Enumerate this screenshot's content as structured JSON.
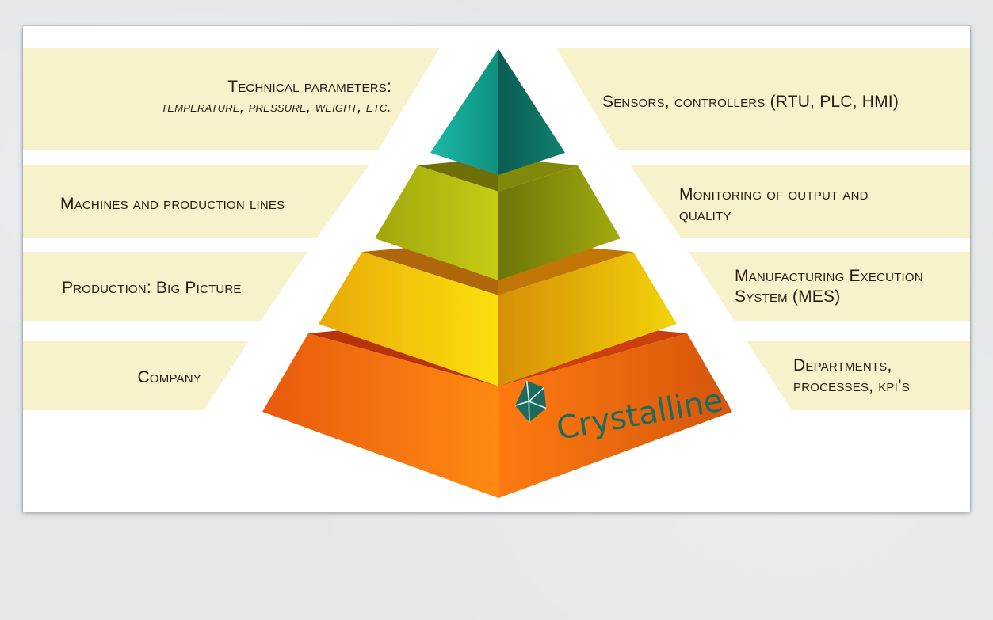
{
  "brand": {
    "name": "Crystalline",
    "logo_icon": "crystal-gem-icon"
  },
  "colors": {
    "band": "#f8f2cc",
    "tier1_left": "#16a596",
    "tier1_right": "#0c6f62",
    "tier2_left": "#b9c010",
    "tier2_right": "#7f870a",
    "tier3_left": "#f6cf0a",
    "tier3_right": "#d59b05",
    "tier4_left": "#f26a10",
    "tier4_right": "#c9470a",
    "brand_text": "#1d6a60"
  },
  "pyramid": {
    "levels": [
      {
        "left_label": "Technical parameters:",
        "left_sub": "temperature, pressure, weight, etc.",
        "right_label": "Sensors, controllers (RTU, PLC, HMI)"
      },
      {
        "left_label": "Machines and production lines",
        "right_label": "Monitoring of output and quality"
      },
      {
        "left_label": "Production: Big Picture",
        "right_label": "Manufacturing Execution System (MES)"
      },
      {
        "left_label": "Company",
        "right_label": "Departments, processes, kpi’s"
      }
    ]
  }
}
